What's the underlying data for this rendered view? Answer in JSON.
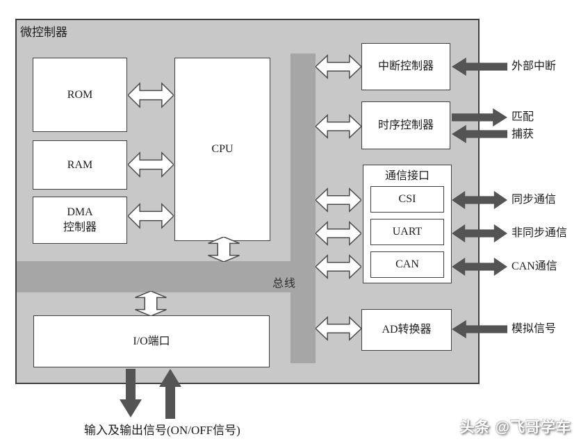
{
  "diagram": {
    "container_label": "微控制器",
    "bus_label": "总线",
    "blocks": {
      "rom": "ROM",
      "ram": "RAM",
      "dma": "DMA\n控制器",
      "cpu": "CPU",
      "io_port": "I/O端口",
      "interrupt_controller": "中断控制器",
      "timing_controller": "时序控制器",
      "comm_interface": "通信接口",
      "csi": "CSI",
      "uart": "UART",
      "can": "CAN",
      "ad_converter": "AD转换器"
    },
    "external_labels": {
      "external_interrupt": "外部中断",
      "match": "匹配",
      "capture": "捕获",
      "sync_comm": "同步通信",
      "async_comm": "非同步通信",
      "can_comm": "CAN通信",
      "analog_signal": "模拟信号",
      "io_signals": "输入及输出信号(ON/OFF信号)"
    },
    "colors": {
      "container_bg": "#c8c8c8",
      "bus_gray": "#a6a6a6",
      "arrow_dark": "#545454",
      "border_dark": "#3f3f3f",
      "outline_gray": "#4a4a4a"
    }
  },
  "watermark": "头条 @飞哥学车"
}
